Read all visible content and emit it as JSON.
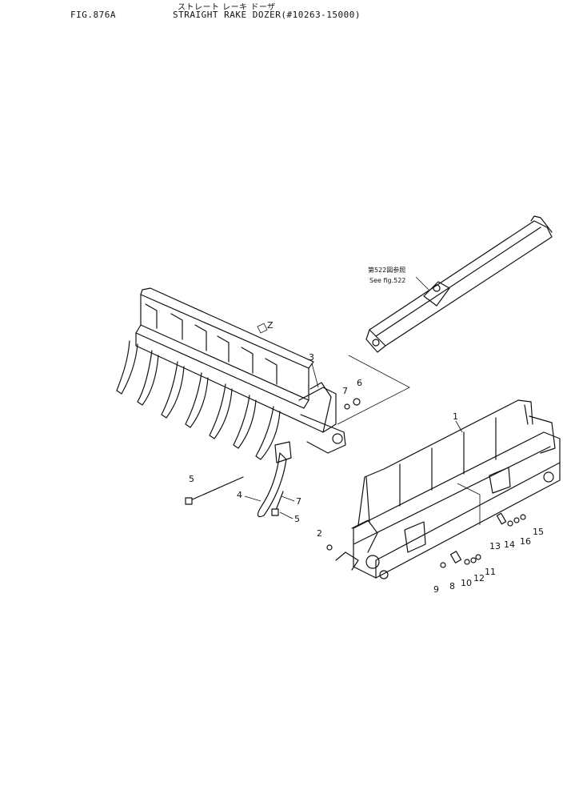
{
  "header": {
    "figure_number": "FIG.876A",
    "title_jp": "ストレート レーキ ドーザ",
    "title_en": "STRAIGHT RAKE DOZER(#10263-15000)"
  },
  "reference_note": {
    "line_jp": "第522図参照",
    "line_en": "See fig.522"
  },
  "view_marker": "Z",
  "callouts": [
    "1",
    "2",
    "3",
    "4",
    "5",
    "5",
    "6",
    "7",
    "7",
    "8",
    "9",
    "10",
    "11",
    "12",
    "13",
    "14",
    "15",
    "16"
  ]
}
